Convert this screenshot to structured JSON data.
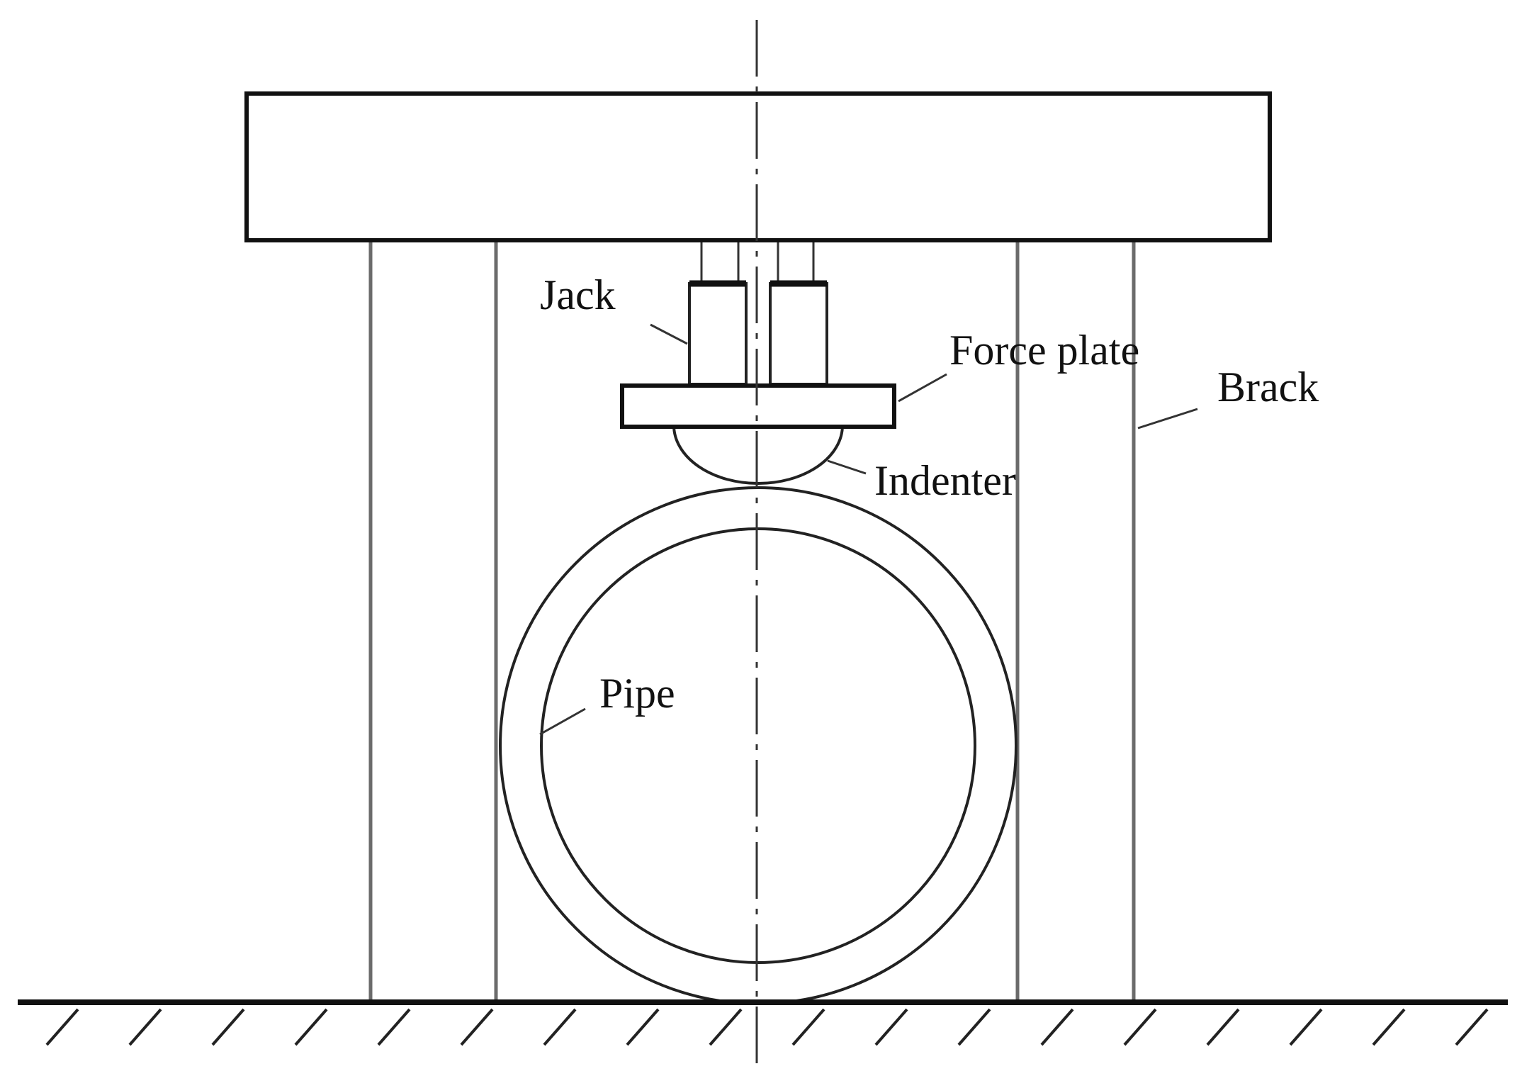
{
  "labels": {
    "jack": "Jack",
    "force_plate": "Force plate",
    "brack": "Brack",
    "indenter": "Indenter",
    "pipe": "Pipe"
  }
}
